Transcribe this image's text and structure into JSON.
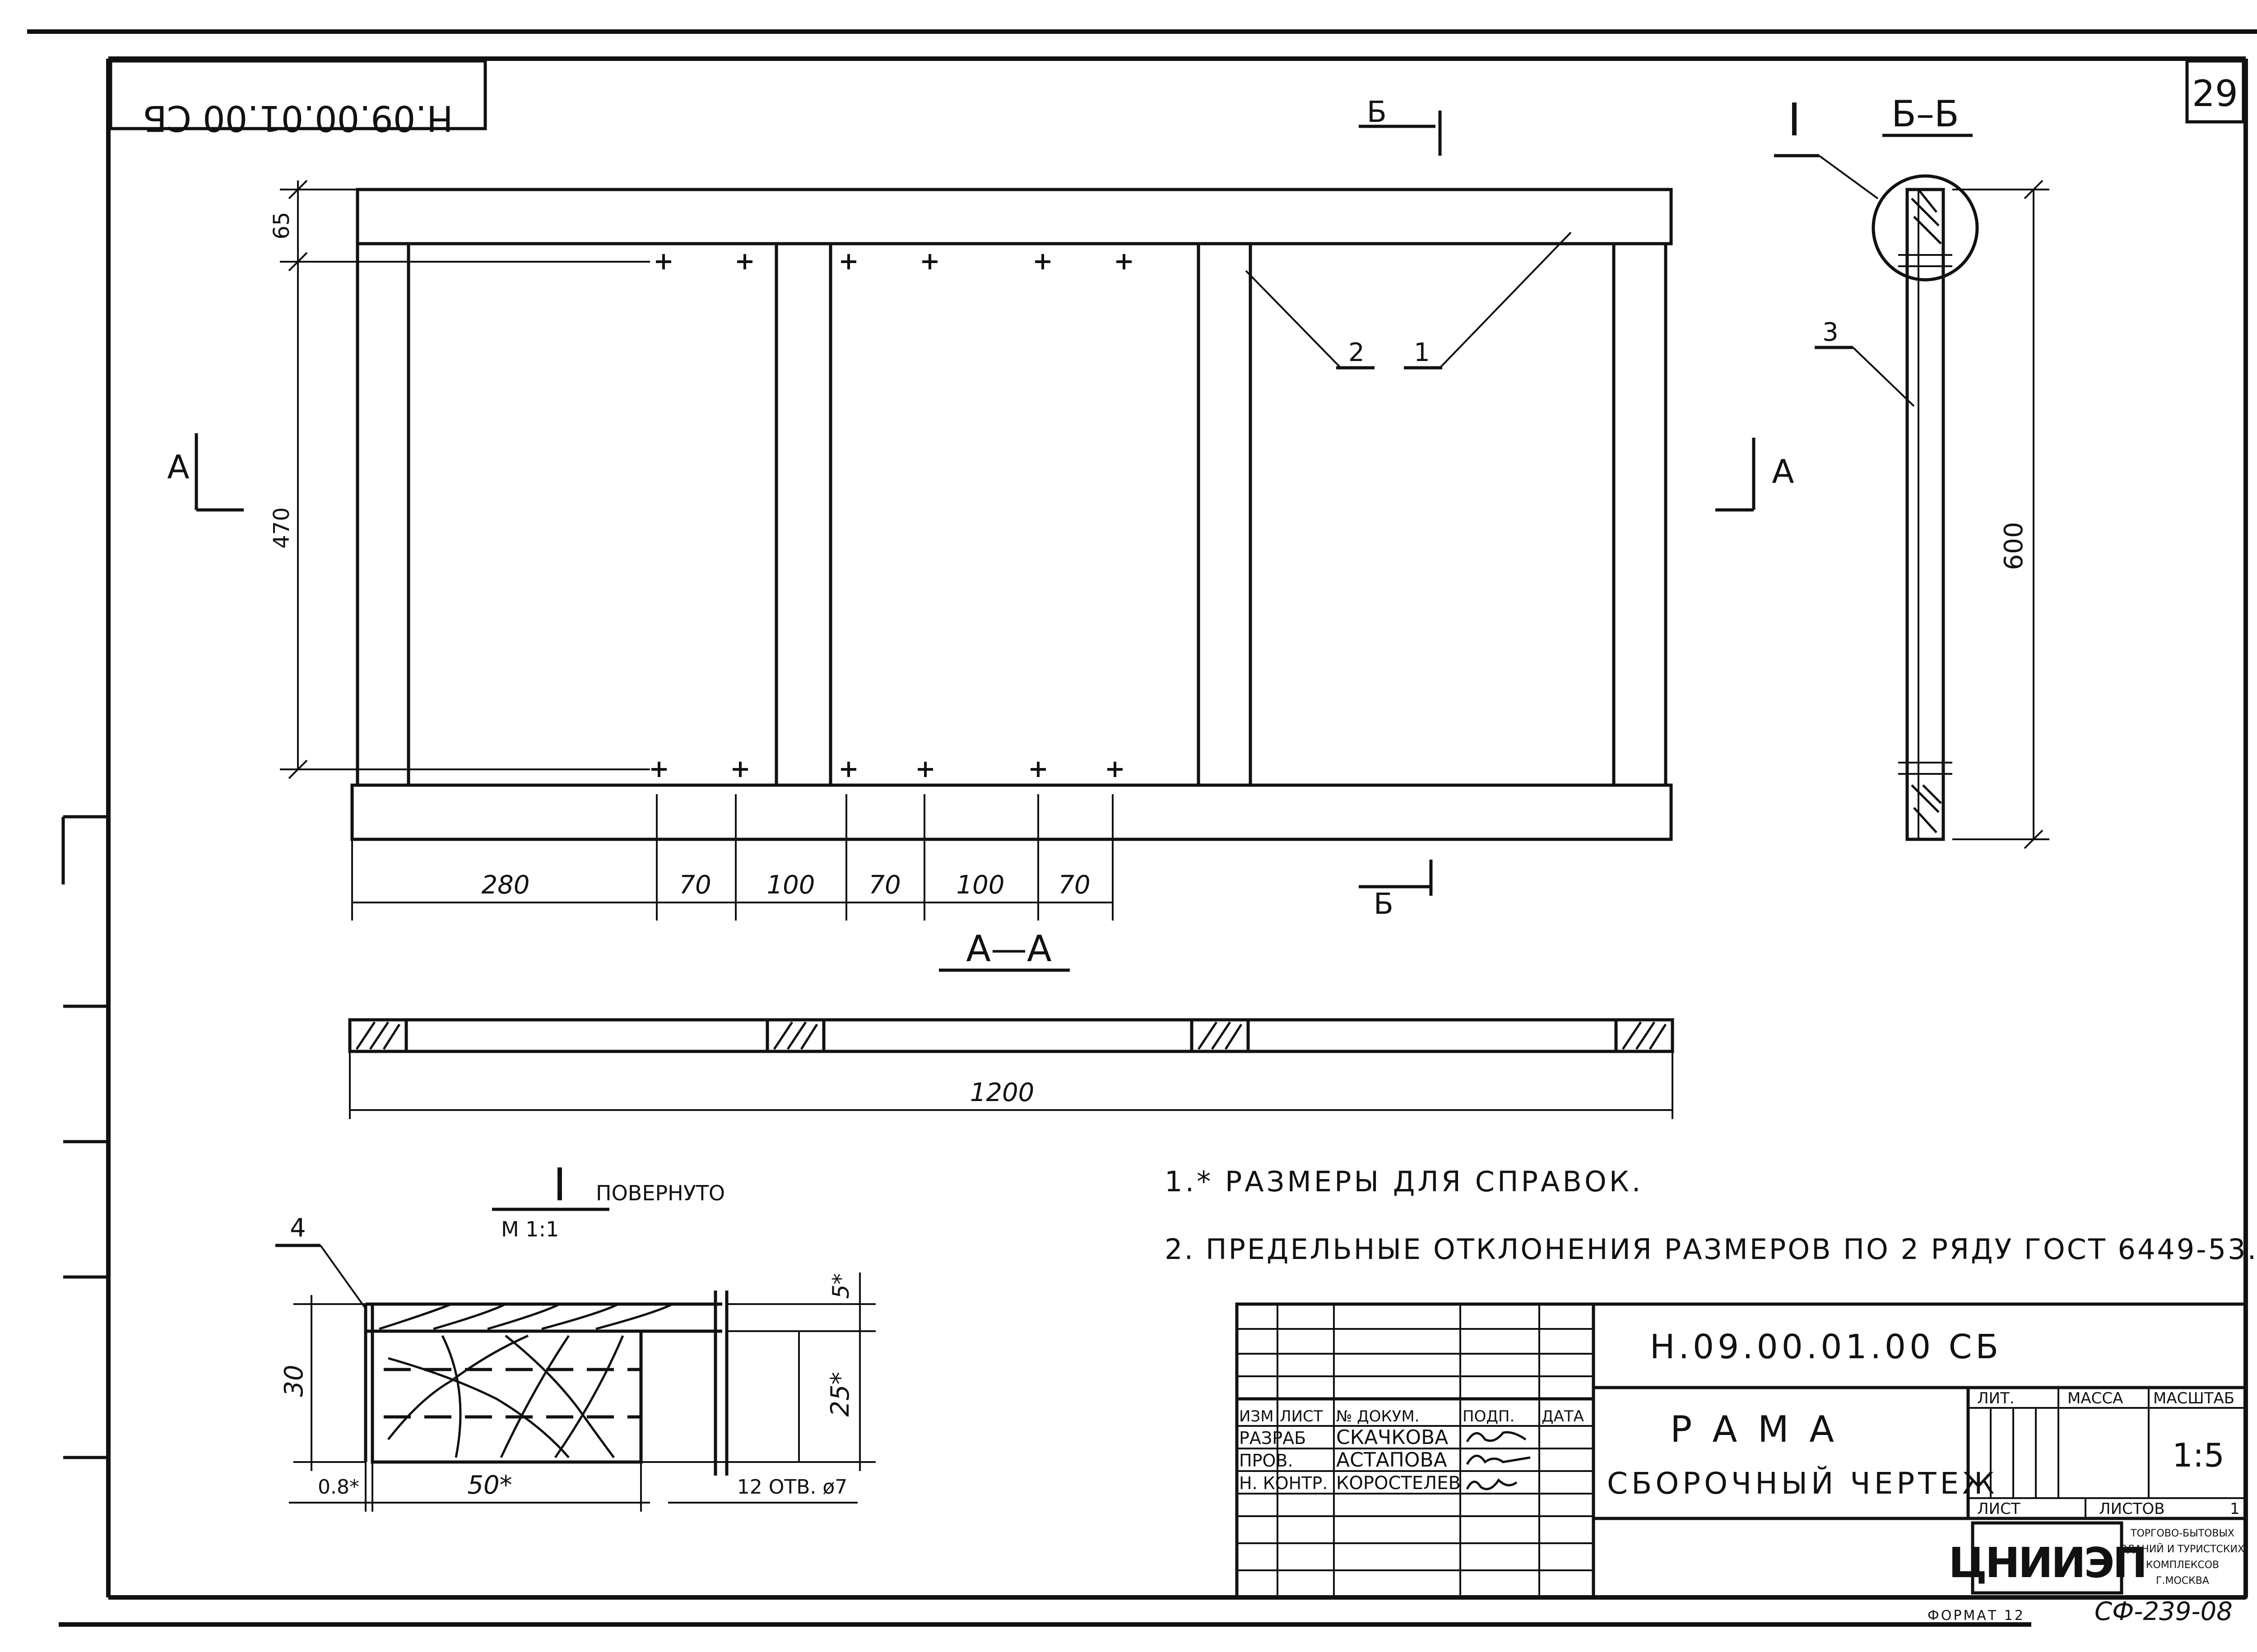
{
  "sheet_number": "29",
  "doc_code_rotated": "Н.09.00.01.00 СБ",
  "section_marks": {
    "b_top": "Б",
    "b_bottom": "Б",
    "a_left": "А",
    "a_right": "А"
  },
  "section_titles": {
    "bb": "Б–Б",
    "aa": "А—А"
  },
  "detail_marker": "I",
  "detail_title": {
    "numeral": "I",
    "note": "ПОВЕРНУТО",
    "scale": "М 1:1"
  },
  "leaders": [
    "1",
    "2",
    "3",
    "4"
  ],
  "dimensions": {
    "top_height": "65",
    "panel_height": "470",
    "total_height": "600",
    "bottom_chain": [
      "280",
      "70",
      "100",
      "70",
      "100",
      "70"
    ],
    "total_length": "1200",
    "detail_top": "5*",
    "detail_height": "30",
    "detail_inner": "25*",
    "detail_gap": "0.8*",
    "detail_width": "50*",
    "holes": "12 ОТВ. ø7"
  },
  "notes": [
    "1.* РАЗМЕРЫ ДЛЯ СПРАВОК.",
    "2. ПРЕДЕЛЬНЫЕ ОТКЛОНЕНИЯ РАЗМЕРОВ ПО 2 РЯДУ ГОСТ 6449-53."
  ],
  "title_block": {
    "designation": "Н.09.00.01.00 СБ",
    "name": "Р А М А",
    "subtitle": "СБОРОЧНЫЙ ЧЕРТЕЖ",
    "head": {
      "lit": "ЛИТ.",
      "mass": "МАССА",
      "scale_label": "МАСШТАБ"
    },
    "scale": "1:5",
    "sheet_label": "ЛИСТ",
    "sheets_label": "ЛИСТОВ",
    "sheets_count": "1",
    "org_logo": "ЦНИИЭП",
    "org_lines": [
      "ТОРГОВО-БЫТОВЫХ",
      "ЗДАНИЙ И ТУРИСТСКИХ",
      "КОМПЛЕКСОВ",
      "Г.МОСКВА"
    ],
    "columns": [
      "ИЗМ",
      "ЛИСТ",
      "№ ДОКУМ.",
      "ПОДП.",
      "ДАТА"
    ],
    "rows": [
      {
        "role": "РАЗРАБ",
        "name": "СКАЧКОВА"
      },
      {
        "role": "ПРОВ.",
        "name": "АСТАПОВА"
      },
      {
        "role": "Н. КОНТР.",
        "name": "КОРОСТЕЛЕВ"
      }
    ]
  },
  "format": "ФОРМАТ 12",
  "archive_code": "СФ-239-08"
}
